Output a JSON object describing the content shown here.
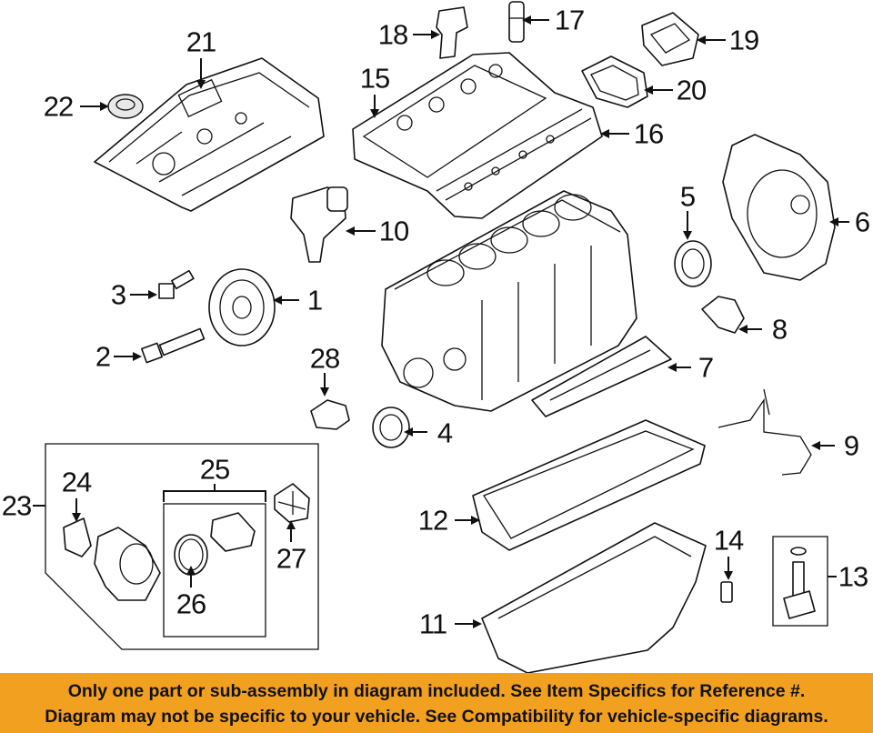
{
  "callouts": {
    "c1": "1",
    "c2": "2",
    "c3": "3",
    "c4": "4",
    "c5": "5",
    "c6": "6",
    "c7": "7",
    "c8": "8",
    "c9": "9",
    "c10": "10",
    "c11": "11",
    "c12": "12",
    "c13": "13",
    "c14": "14",
    "c15": "15",
    "c16": "16",
    "c17": "17",
    "c18": "18",
    "c19": "19",
    "c20": "20",
    "c21": "21",
    "c22": "22",
    "c23": "23",
    "c24": "24",
    "c25": "25",
    "c26": "26",
    "c27": "27",
    "c28": "28"
  },
  "notice": {
    "line1": "Only one part or sub-assembly in diagram included. See Item Specifics for Reference #.",
    "line2": "Diagram may not be specific to your vehicle. See Compatibility for vehicle-specific diagrams."
  },
  "colors": {
    "banner": "#f2a020",
    "line": "#111111",
    "background": "#ffffff"
  }
}
